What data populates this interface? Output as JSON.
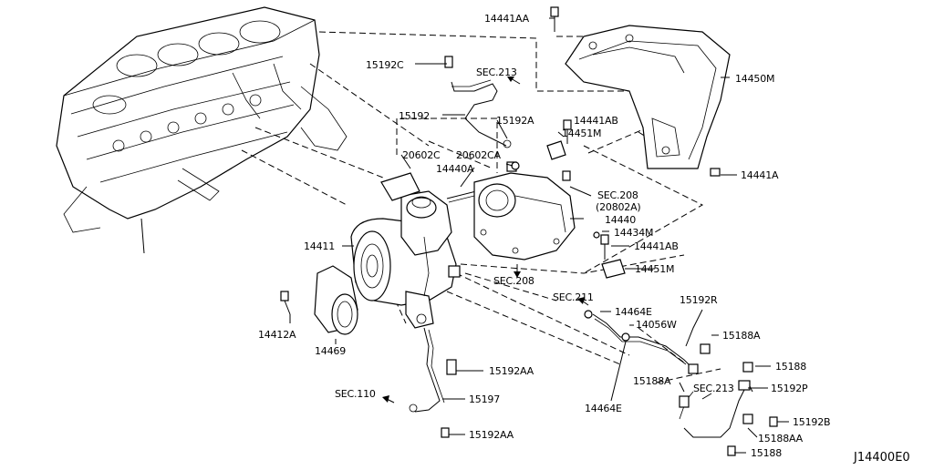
{
  "diagram": {
    "code": "J14400E0",
    "labels": [
      "14441AA",
      "15192C",
      "SEC.213",
      "14450M",
      "15192",
      "15192A",
      "14441AB",
      "14451M",
      "20602C",
      "20602CA",
      "14440A",
      "14441A",
      "SEC.208",
      "(20802A)",
      "14440",
      "14434M",
      "14411",
      "14441AB",
      "14451M",
      "SEC.208",
      "SEC.211",
      "15192R",
      "14464E",
      "14056W",
      "15188A",
      "14412A",
      "14469",
      "15192AA",
      "15188",
      "15188A",
      "SEC.213",
      "15192P",
      "SEC.110",
      "15197",
      "14464E",
      "15192B",
      "15188AA",
      "15192AA",
      "15188"
    ]
  }
}
